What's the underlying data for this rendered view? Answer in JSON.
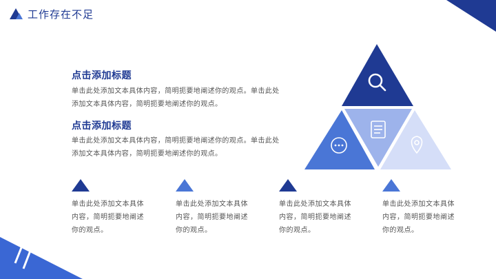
{
  "header": {
    "title": "工作存在不足"
  },
  "blocks": [
    {
      "heading": "点击添加标题",
      "body": "单击此处添加文本具体内容，简明扼要地阐述你的观点。单击此处添加文本具体内容，简明扼要地阐述你的观点。"
    },
    {
      "heading": "点击添加标题",
      "body": "单击此处添加文本具体内容，简明扼要地阐述你的观点。单击此处添加文本具体内容，简明扼要地阐述你的观点。"
    }
  ],
  "columns": [
    {
      "text": "单击此处添加文本具体内容，简明扼要地阐述你的观点。"
    },
    {
      "text": "单击此处添加文本具体内容，简明扼要地阐述你的观点。"
    },
    {
      "text": "单击此处添加文本具体内容，简明扼要地阐述你的观点。"
    },
    {
      "text": "单击此处添加文本具体内容，简明扼要地阐述你的观点。"
    }
  ],
  "diagram": {
    "icons": [
      "search-icon",
      "more-icon",
      "document-icon",
      "location-pin-icon"
    ],
    "colors": {
      "dark": "#1f3a93",
      "medium": "#4a76d6",
      "light": "#9db3eb",
      "pale": "#d5def8"
    }
  }
}
